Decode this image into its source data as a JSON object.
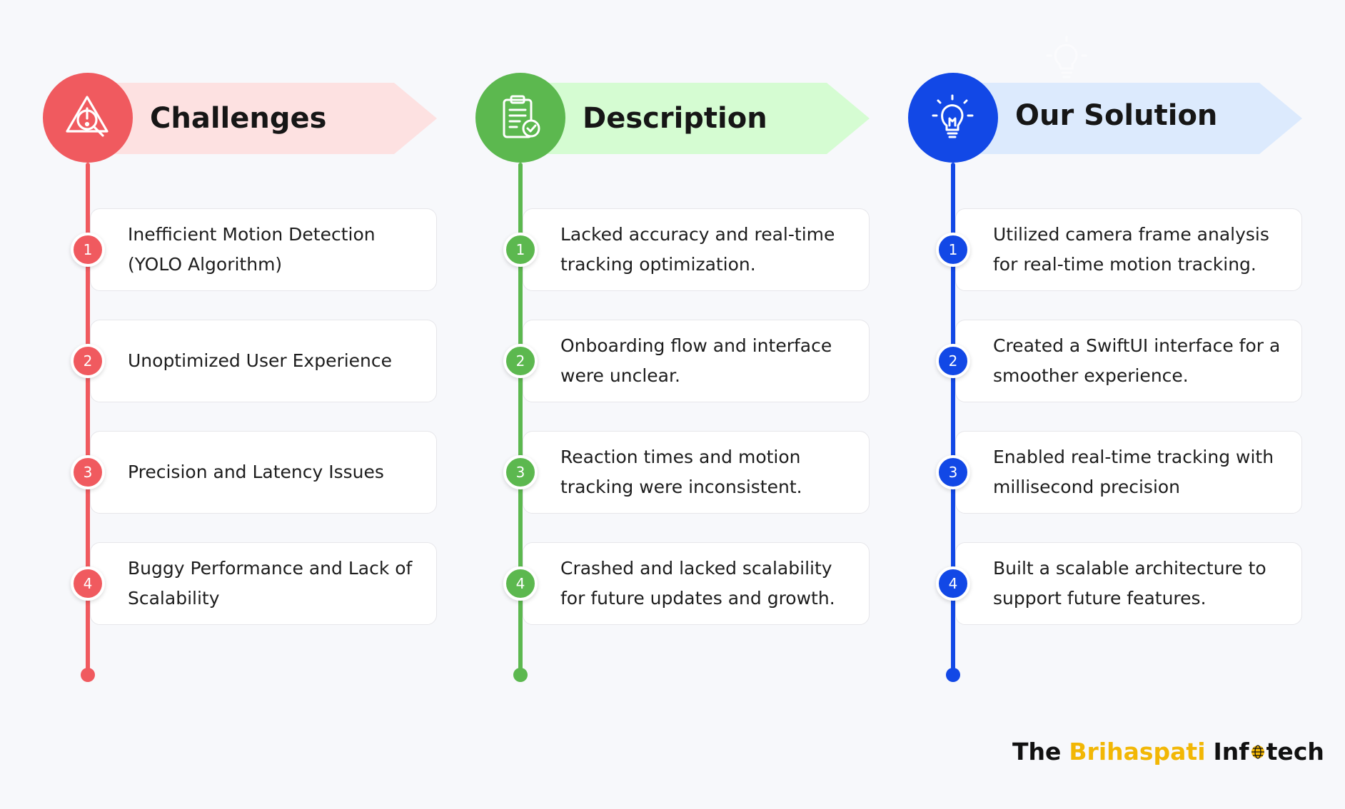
{
  "columns": [
    {
      "title": "Challenges",
      "icon": "warning-search-icon",
      "accent": "#f05a5f",
      "banner_color": "#fde1e1",
      "items": [
        {
          "num": "1",
          "text": "Inefficient Motion Detection (YOLO Algorithm)"
        },
        {
          "num": "2",
          "text": "Unoptimized User Experience"
        },
        {
          "num": "3",
          "text": "Precision and Latency Issues"
        },
        {
          "num": "4",
          "text": "Buggy Performance and Lack of Scalability"
        }
      ]
    },
    {
      "title": "Description",
      "icon": "clipboard-check-icon",
      "accent": "#5cb84f",
      "banner_color": "#d5fcd2",
      "items": [
        {
          "num": "1",
          "text": "Lacked accuracy and real-time tracking optimization."
        },
        {
          "num": "2",
          "text": "Onboarding flow and interface were unclear."
        },
        {
          "num": "3",
          "text": "Reaction times and motion tracking were inconsistent."
        },
        {
          "num": "4",
          "text": "Crashed and lacked scalability for future updates and growth."
        }
      ]
    },
    {
      "title": "Our Solution",
      "icon": "lightbulb-icon",
      "accent": "#1248e6",
      "banner_color": "#dceafd",
      "items": [
        {
          "num": "1",
          "text": "Utilized camera frame analysis for real-time motion tracking."
        },
        {
          "num": "2",
          "text": "Created a SwiftUI interface for a smoother experience."
        },
        {
          "num": "3",
          "text": "Enabled real-time tracking with millisecond precision"
        },
        {
          "num": "4",
          "text": "Built a scalable architecture to support future features."
        }
      ]
    }
  ],
  "brand": {
    "part1": "The",
    "part2": "Brihaspati",
    "part3a": "Inf",
    "part3b": "tech",
    "highlight_color": "#f2b705"
  }
}
